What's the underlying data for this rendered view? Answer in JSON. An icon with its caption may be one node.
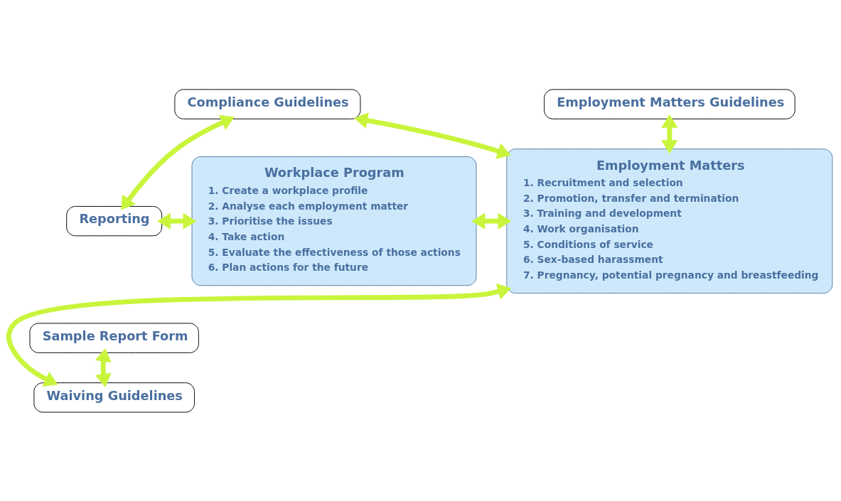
{
  "diagram": {
    "nodes": [
      {
        "text": [
          "Compliance Guidelines"
        ]
      },
      {
        "text": [
          "Employment Matters Guidelines"
        ]
      },
      {
        "text": [
          "Reporting"
        ]
      },
      {
        "text": [
          "Workplace Program",
          "1. Create a workplace profile",
          "2. Analyse each employment matter",
          "3. Prioritise the issues",
          "4. Take action",
          "5. Evaluate the effectiveness of those actions",
          "6. Plan actions for the future"
        ]
      },
      {
        "text": [
          "Employment Matters",
          "1. Recruitment and selection",
          "2. Promotion, transfer and termination",
          "3. Training and development",
          "4. Work organisation",
          "5. Conditions of service",
          "6. Sex-based harassment",
          "7. Pregnancy, potential pregnancy and breastfeeding"
        ]
      },
      {
        "text": [
          "Sample Report Form"
        ]
      },
      {
        "text": [
          "Waiving Guidelines"
        ]
      }
    ],
    "edges": [
      {
        "from": 2,
        "to": 0,
        "arrow": "both"
      },
      {
        "from": 0,
        "to": 4,
        "arrow": "both"
      },
      {
        "from": 1,
        "to": 4,
        "arrow": "both"
      },
      {
        "from": 2,
        "to": 3,
        "arrow": "both"
      },
      {
        "from": 3,
        "to": 4,
        "arrow": "both"
      },
      {
        "from": 5,
        "to": 6,
        "arrow": "both"
      },
      {
        "from": 6,
        "to": 4,
        "arrow": "both"
      }
    ]
  }
}
